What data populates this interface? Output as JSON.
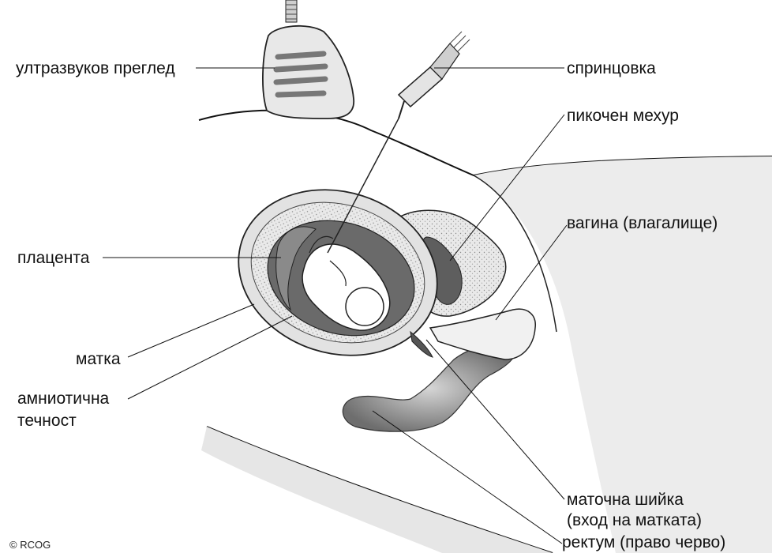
{
  "labels": {
    "ultrasound": "ултразвуков преглед",
    "syringe": "спринцовка",
    "bladder": "пикочен мехур",
    "vagina": "вагина (влагалище)",
    "placenta": "плацента",
    "uterus": "матка",
    "amniotic_line1": "амниотична",
    "amniotic_line2": "течност",
    "cervix_line1": "маточна шийка",
    "cervix_line2": "(вход на матката)",
    "rectum": "ректум (право черво)"
  },
  "copyright": "© RCOG"
}
